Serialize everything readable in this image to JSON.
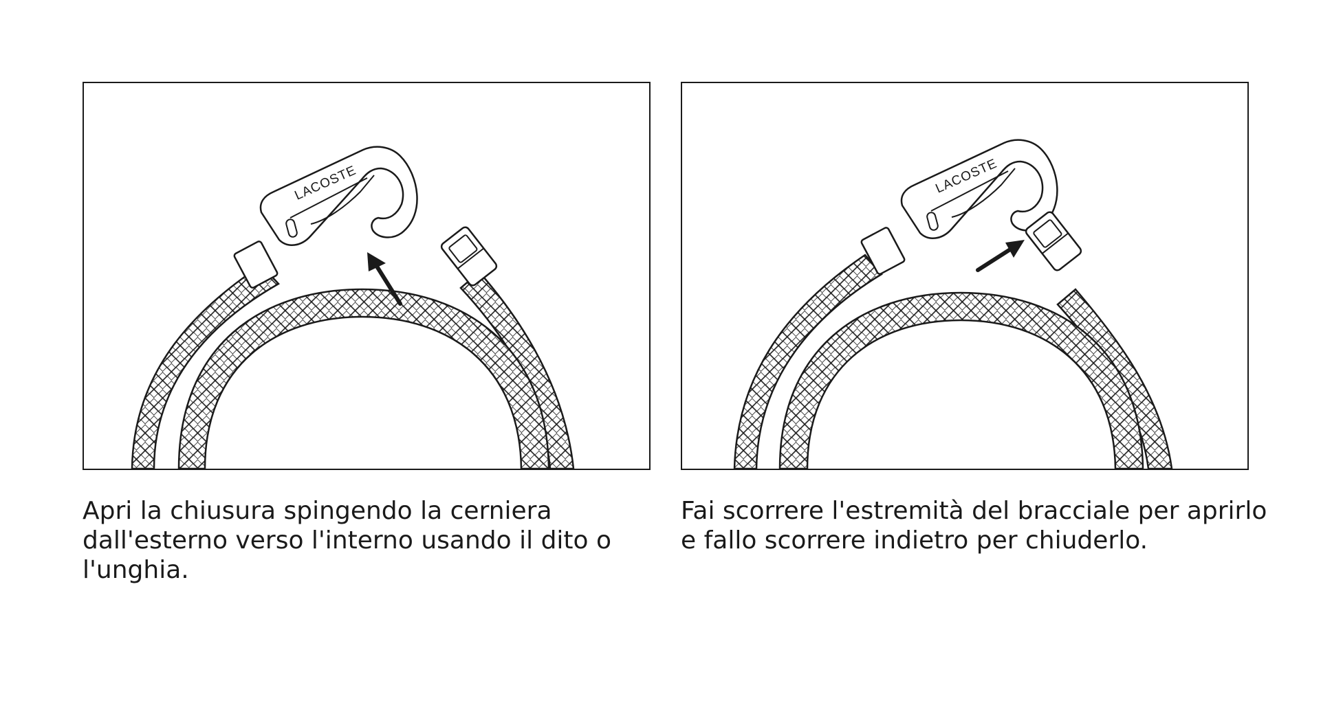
{
  "steps": [
    {
      "logo_text": "LACOSTE",
      "caption": "Apri la chiusura spingendo la cerniera dall'esterno verso l'interno usando il dito o l'unghia."
    },
    {
      "logo_text": "LACOSTE",
      "caption": "Fai scorrere l'estremità del bracciale per aprirlo e fallo scorrere indietro per chiuderlo."
    }
  ],
  "colors": {
    "line": "#1a1a1a",
    "paper": "#ffffff"
  }
}
